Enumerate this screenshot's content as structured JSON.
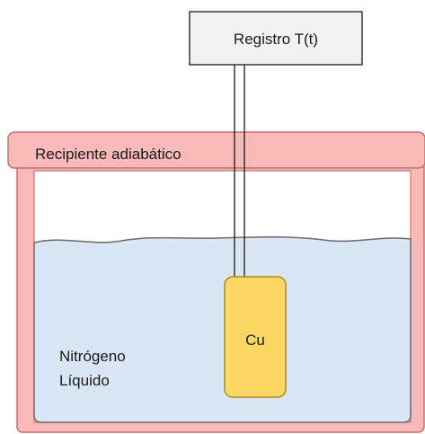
{
  "recorder": {
    "label": "Registro T(t)"
  },
  "container": {
    "label": "Recipiente adiabático"
  },
  "sample": {
    "label": "Cu"
  },
  "liquid": {
    "line1": "Nitrógeno",
    "line2": "Líquido"
  },
  "colors": {
    "container_fill": "#f8b9b9",
    "container_stroke": "#c96f6f",
    "liquid_fill": "#dae6f3",
    "liquid_stroke": "#6b6b6b",
    "sample_fill": "#fcd766",
    "sample_stroke": "#b08a16",
    "recorder_fill": "#f2f2f2",
    "recorder_stroke": "#1a1a1a"
  }
}
